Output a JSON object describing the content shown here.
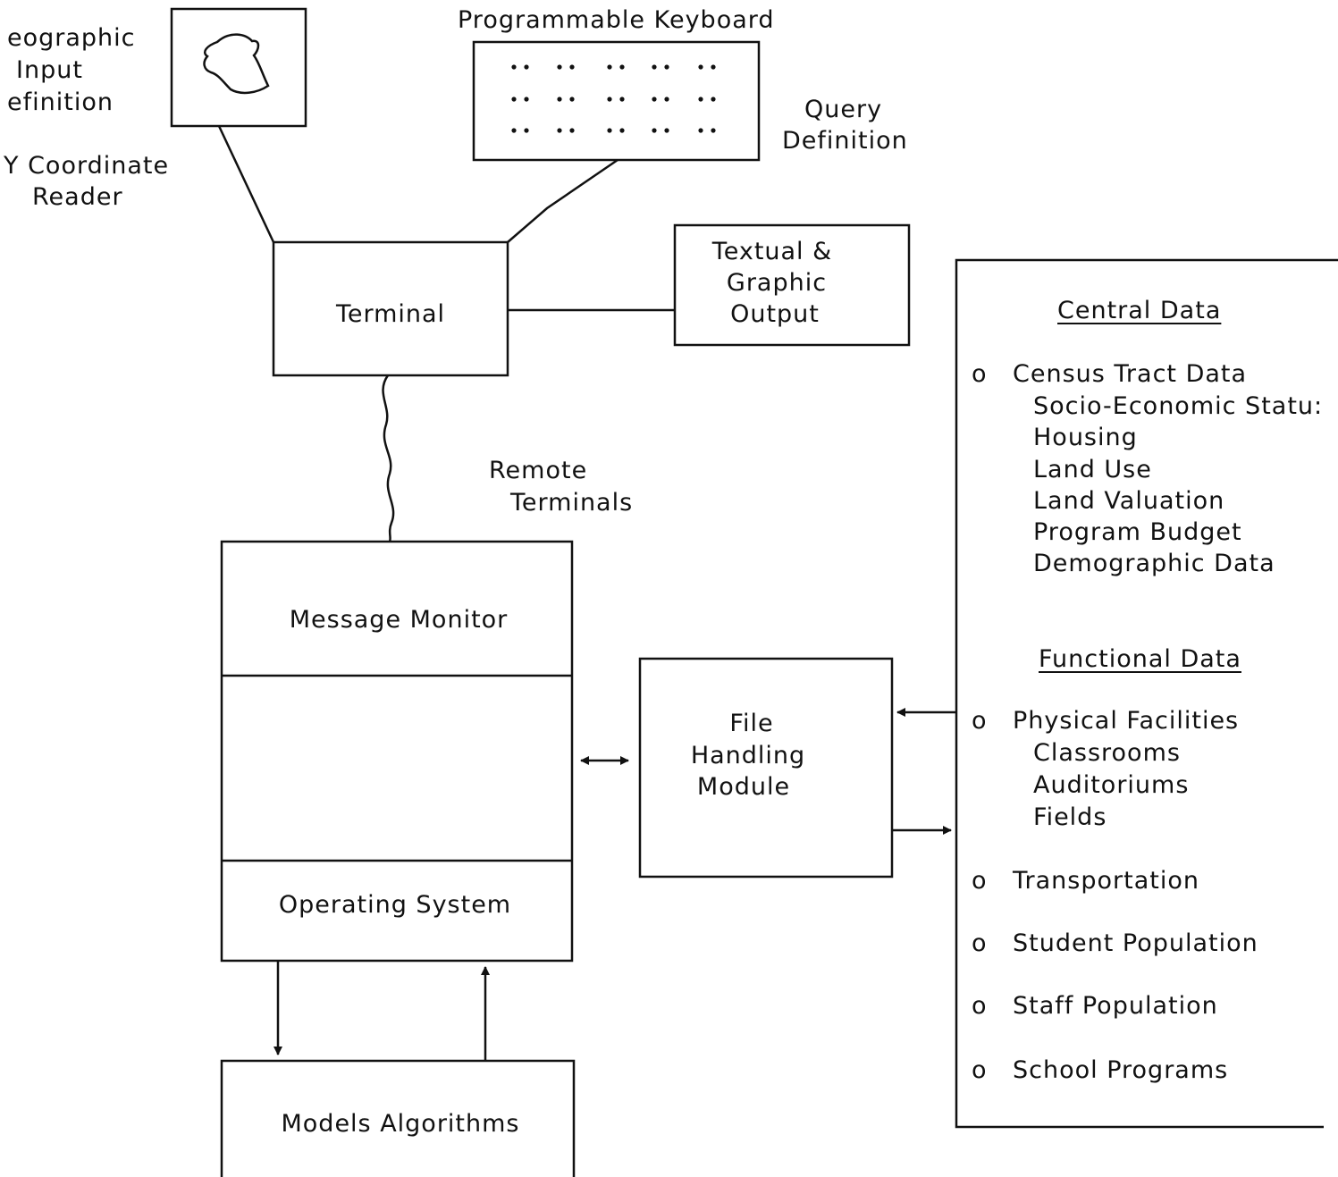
{
  "digitizer": {
    "caption_lines": [
      "eographic",
      "Input",
      "efinition"
    ],
    "device_lines": [
      "Y Coordinate",
      "Reader"
    ]
  },
  "keyboard": {
    "title": "Programmable Keyboard",
    "caption_lines": [
      "Query",
      "Definition"
    ]
  },
  "terminal": {
    "label": "Terminal"
  },
  "output": {
    "lines": [
      "Textual &",
      "Graphic",
      "Output"
    ]
  },
  "remote_link": {
    "lines": [
      "Remote",
      "Terminals"
    ]
  },
  "computer": {
    "monitor_label": "Message Monitor",
    "os_label": "Operating System"
  },
  "models": {
    "label": "Models Algorithms"
  },
  "file_module": {
    "lines": [
      "File",
      "Handling",
      "Module"
    ]
  },
  "data_panel": {
    "central_heading": "Central Data",
    "functional_heading": "Functional Data",
    "bullet": "o",
    "central_items": [
      {
        "label": "Census Tract Data",
        "sub": [
          "Socio-Economic Statu:",
          "Housing",
          "Land Use",
          "Land Valuation",
          "Program Budget",
          "Demographic Data"
        ]
      }
    ],
    "functional_items": [
      {
        "label": "Physical Facilities",
        "sub": [
          "Classrooms",
          "Auditoriums",
          "Fields"
        ]
      },
      {
        "label": "Transportation",
        "sub": []
      },
      {
        "label": "Student Population",
        "sub": []
      },
      {
        "label": "Staff Population",
        "sub": []
      },
      {
        "label": "School Programs",
        "sub": []
      }
    ]
  }
}
